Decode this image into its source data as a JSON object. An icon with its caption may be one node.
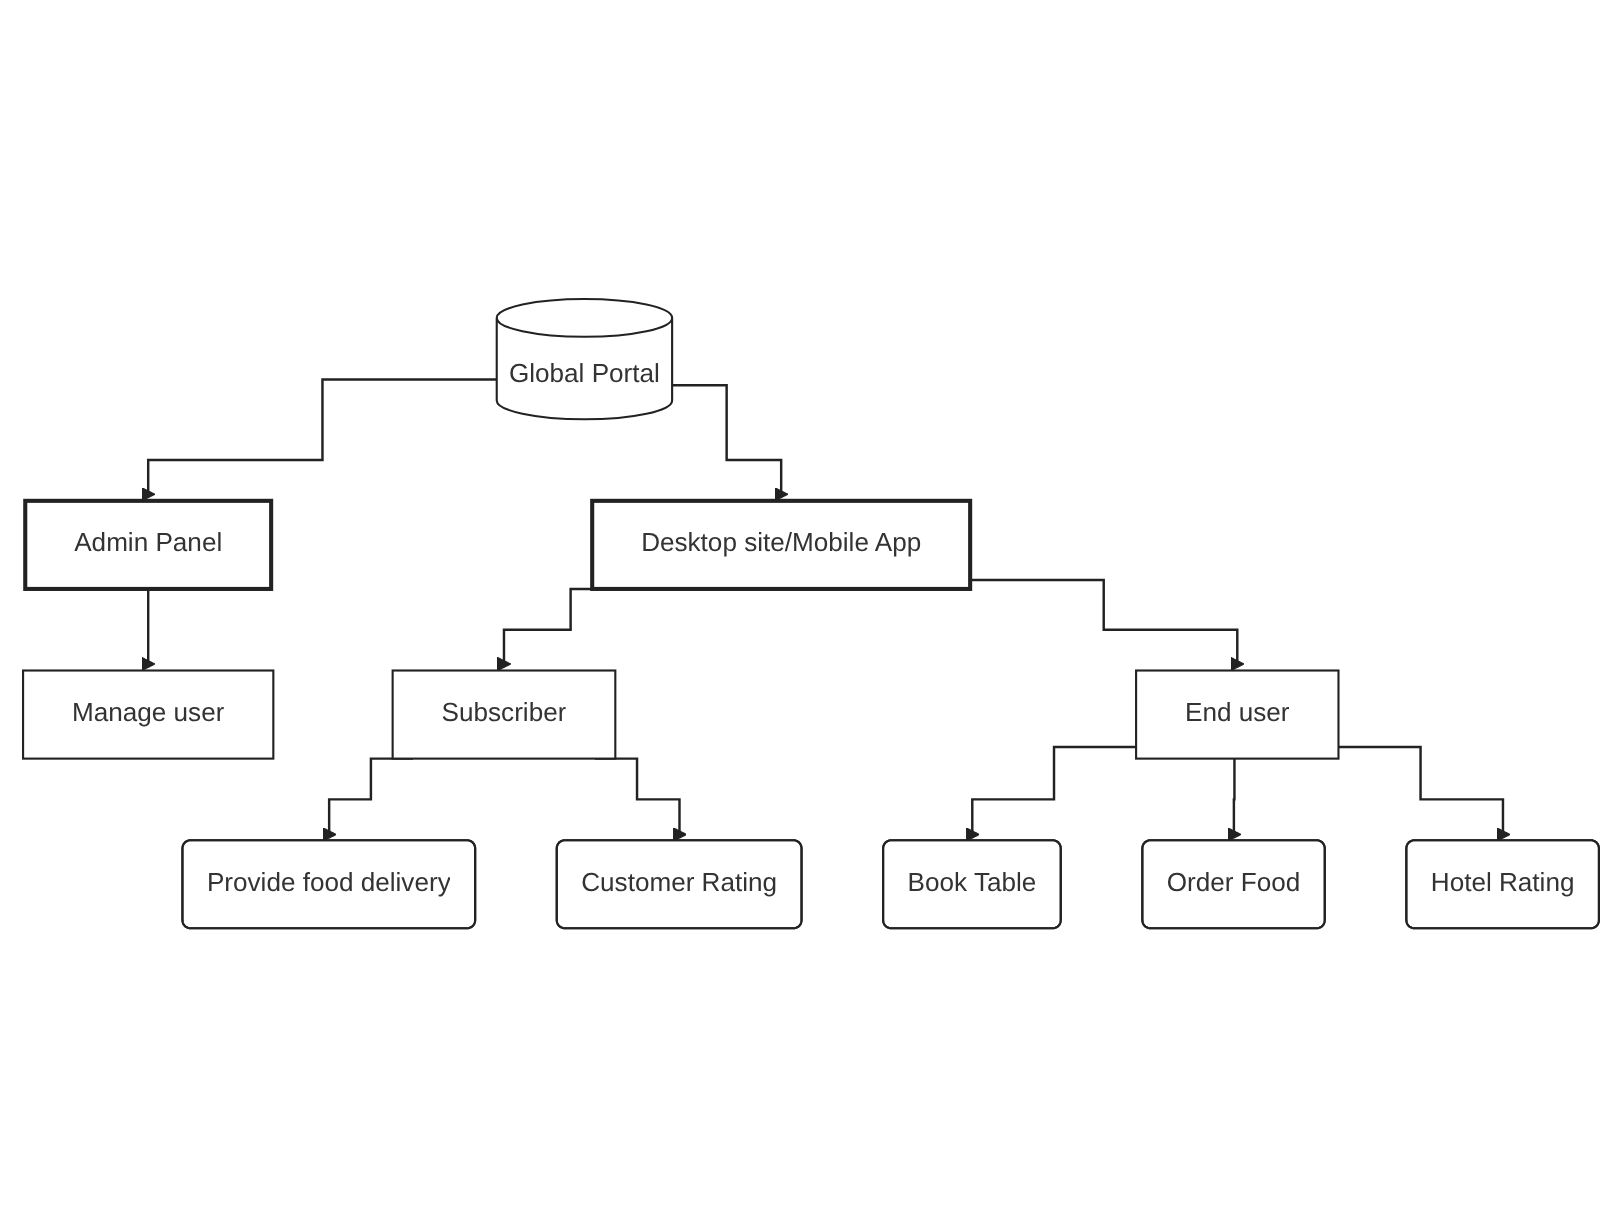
{
  "diagram": {
    "nodes": [
      {
        "text": [
          "Global Portal"
        ]
      },
      {
        "text": [
          "Admin Panel"
        ]
      },
      {
        "text": [
          "Desktop site/Mobile App"
        ]
      },
      {
        "text": [
          "Manage user"
        ]
      },
      {
        "text": [
          "Subscriber"
        ]
      },
      {
        "text": [
          "End user"
        ]
      },
      {
        "text": [
          "Provide food delivery"
        ]
      },
      {
        "text": [
          "Customer Rating"
        ]
      },
      {
        "text": [
          "Book Table"
        ]
      },
      {
        "text": [
          "Order Food"
        ]
      },
      {
        "text": [
          "Hotel Rating"
        ]
      }
    ],
    "edges": [
      {
        "from": 0,
        "to": 1,
        "arrow": "to"
      },
      {
        "from": 0,
        "to": 2,
        "arrow": "to"
      },
      {
        "from": 1,
        "to": 3,
        "arrow": "to"
      },
      {
        "from": 2,
        "to": 4,
        "arrow": "to"
      },
      {
        "from": 2,
        "to": 5,
        "arrow": "to"
      },
      {
        "from": 4,
        "to": 6,
        "arrow": "to"
      },
      {
        "from": 4,
        "to": 7,
        "arrow": "to"
      },
      {
        "from": 5,
        "to": 8,
        "arrow": "to"
      },
      {
        "from": 5,
        "to": 9,
        "arrow": "to"
      },
      {
        "from": 5,
        "to": 10,
        "arrow": "to"
      }
    ]
  }
}
